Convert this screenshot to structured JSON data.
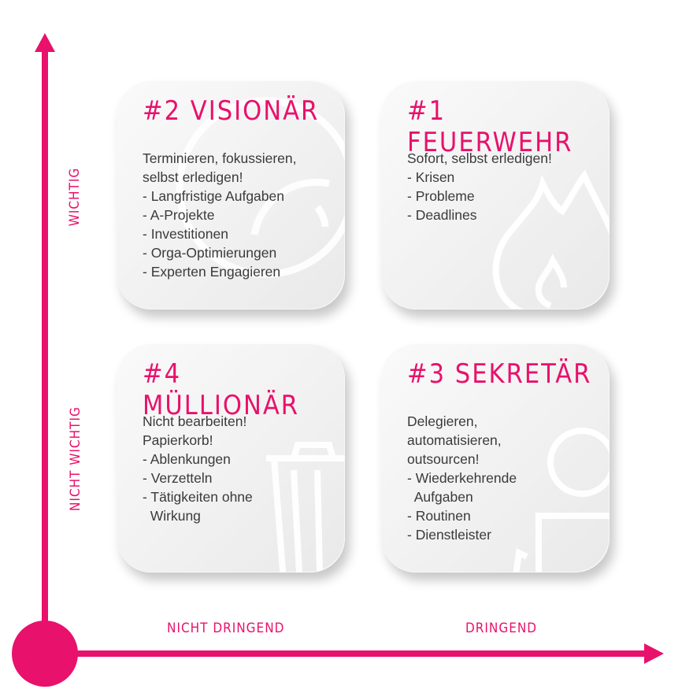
{
  "colors": {
    "accent": "#e8116b",
    "text": "#3a3a3a",
    "card": "#f2f2f2"
  },
  "axes": {
    "y_top_label": "WICHTIG",
    "y_bottom_label": "NICHT WICHTIG",
    "x_left_label": "NICHT DRINGEND",
    "x_right_label": "DRINGEND"
  },
  "quadrants": [
    {
      "title": "#2 VISIONÄR",
      "icon": "target-icon",
      "lines": [
        "Terminieren, fokussieren,",
        "selbst erledigen!",
        "- Langfristige Aufgaben",
        "- A-Projekte",
        "- Investitionen",
        "- Orga-Optimierungen",
        "- Experten Engagieren"
      ]
    },
    {
      "title": "#1 FEUERWEHR",
      "icon": "flame-icon",
      "lines": [
        "Sofort, selbst erledigen!",
        "- Krisen",
        "- Probleme",
        "- Deadlines"
      ]
    },
    {
      "title": "#4 MÜLLIONÄR",
      "icon": "trash-icon",
      "lines": [
        "Nicht bearbeiten!",
        "Papierkorb!",
        "- Ablenkungen",
        "- Verzetteln",
        "- Tätigkeiten ohne",
        "  Wirkung"
      ]
    },
    {
      "title": "#3 SEKRETÄR",
      "icon": "person-icon",
      "lines": [
        "Delegieren,",
        "automatisieren,",
        "outsourcen!",
        "- Wiederkehrende",
        "  Aufgaben",
        "- Routinen",
        "- Dienstleister"
      ]
    }
  ]
}
